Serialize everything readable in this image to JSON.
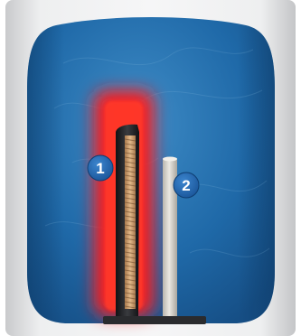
{
  "diagram": {
    "callouts": [
      {
        "id": "1",
        "label": "1",
        "target": "heating-element"
      },
      {
        "id": "2",
        "label": "2",
        "target": "magnesium-anode"
      }
    ],
    "colors": {
      "water": "#1f69a8",
      "water_light": "#3f8cc6",
      "heat_glow": "#ff1a1a",
      "tank_shell": "#dfe0e2",
      "element_dark": "#222326",
      "element_coil": "#c99a6a",
      "anode": "#d9d6cf",
      "badge": "#1d5fa6"
    }
  }
}
